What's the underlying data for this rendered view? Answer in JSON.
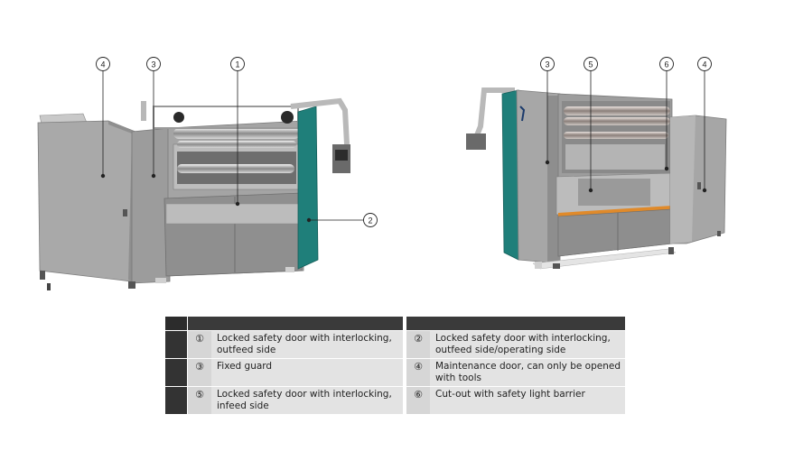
{
  "callouts": {
    "left": [
      {
        "num": "4"
      },
      {
        "num": "3"
      },
      {
        "num": "1"
      },
      {
        "num": "2"
      }
    ],
    "right": [
      {
        "num": "3"
      },
      {
        "num": "5"
      },
      {
        "num": "6"
      },
      {
        "num": "4"
      }
    ]
  },
  "legend": {
    "rows": [
      {
        "left": {
          "symbol": "①",
          "text": "Locked safety door with interlocking, outfeed side"
        },
        "right": {
          "symbol": "②",
          "text": "Locked safety door with interlocking, outfeed side/operating side"
        }
      },
      {
        "left": {
          "symbol": "③",
          "text": "Fixed guard"
        },
        "right": {
          "symbol": "④",
          "text": "Maintenance door, can only be opened with tools"
        }
      },
      {
        "left": {
          "symbol": "⑤",
          "text": "Locked safety door with interlocking, infeed side"
        },
        "right": {
          "symbol": "⑥",
          "text": "Cut-out with safety light barrier"
        }
      }
    ]
  },
  "colors": {
    "housing": "#a8a8a8",
    "teal_panel": "#1f7f7a",
    "orange_strip": "#e08a2a",
    "table_header": "#3a3a3a"
  }
}
